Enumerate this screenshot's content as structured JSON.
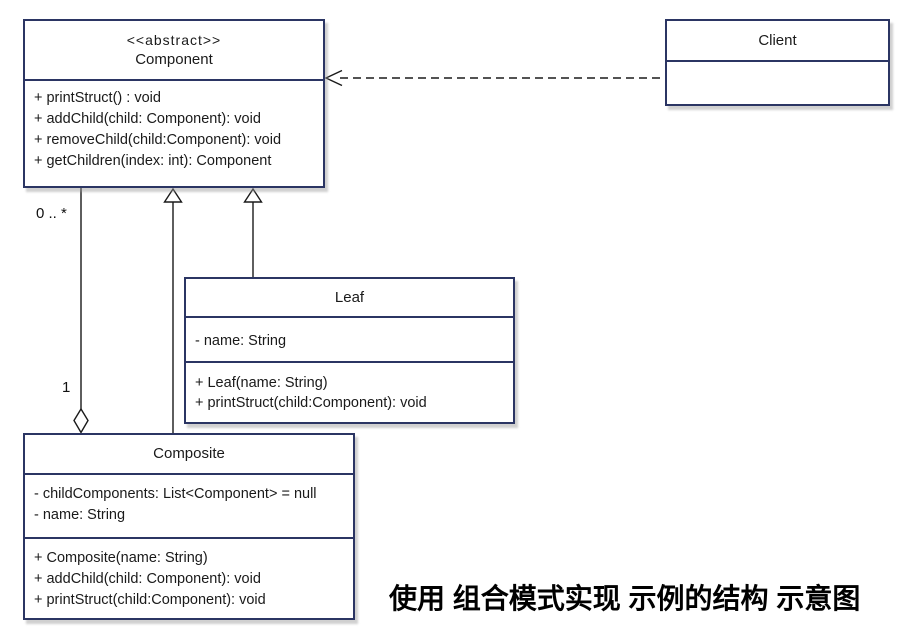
{
  "diagram": {
    "caption": "使用 组合模式实现 示例的结构 示意图",
    "colors": {
      "box_border": "#2b3563",
      "box_fill": "#ffffff",
      "line": "#1a1a1a",
      "background": "#ffffff"
    }
  },
  "classes": {
    "component": {
      "stereotype": "<<abstract>>",
      "name": "Component",
      "methods": [
        "+  printStruct() : void",
        "+  addChild(child: Component): void",
        "+  removeChild(child:Component): void",
        "+ getChildren(index: int): Component"
      ]
    },
    "client": {
      "name": "Client"
    },
    "leaf": {
      "name": "Leaf",
      "attributes": [
        "- name: String"
      ],
      "methods": [
        "+  Leaf(name: String)",
        "+  printStruct(child:Component): void"
      ]
    },
    "composite": {
      "name": "Composite",
      "attributes": [
        "- childComponents: List<Component>  = null",
        "- name: String"
      ],
      "methods": [
        "+  Composite(name: String)",
        "+  addChild(child: Component): void",
        "+  printStruct(child:Component): void"
      ]
    }
  },
  "relationships": {
    "aggregation": {
      "child_multiplicity": "0 .. *",
      "parent_multiplicity": "1"
    }
  }
}
